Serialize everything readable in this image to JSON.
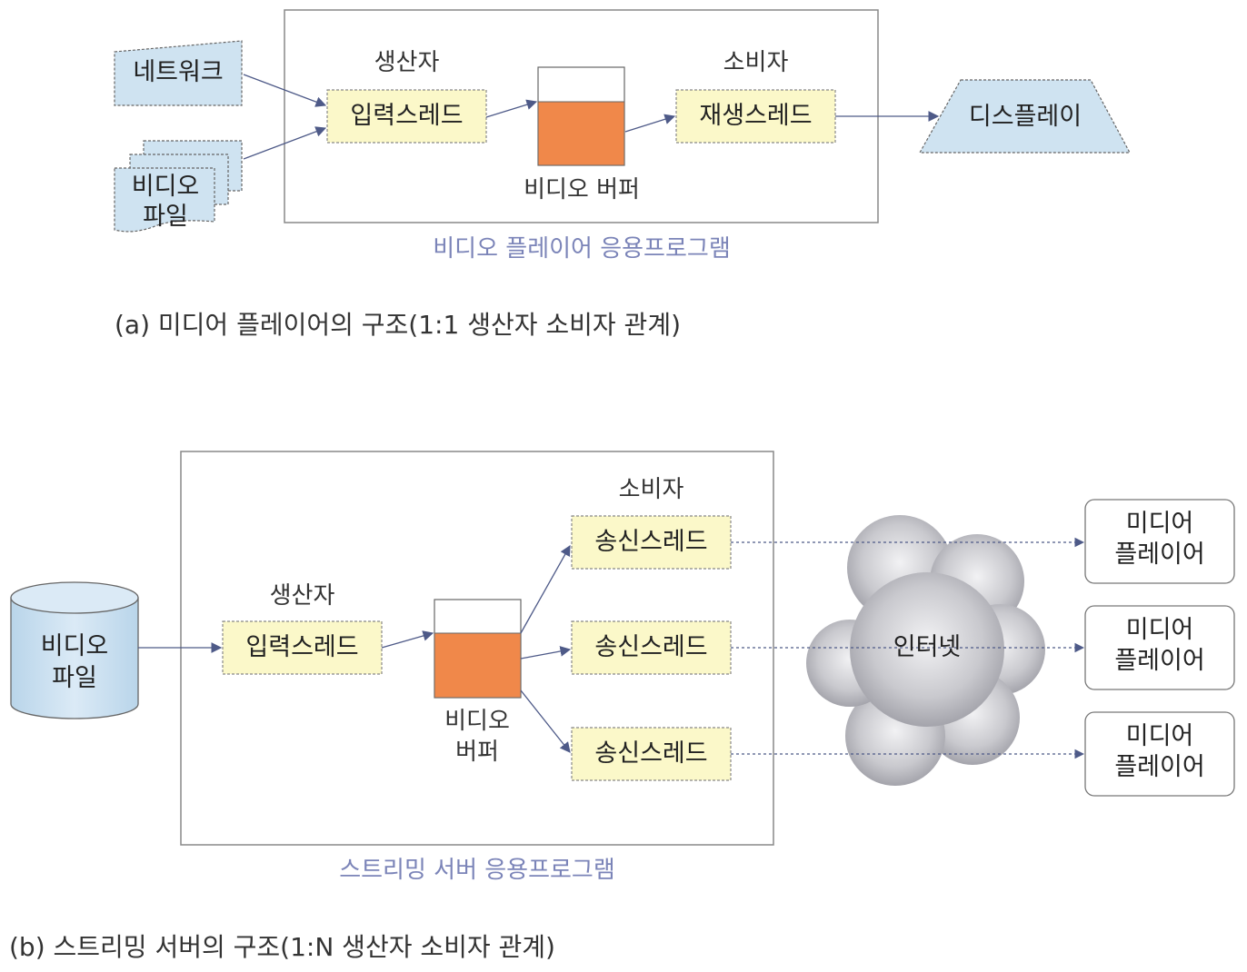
{
  "diagram_a": {
    "network": "네트워크",
    "video_file_line1": "비디오",
    "video_file_line2": "파일",
    "producer_label": "생산자",
    "consumer_label": "소비자",
    "input_thread": "입력스레드",
    "playback_thread": "재생스레드",
    "buffer_label": "비디오 버퍼",
    "display": "디스플레이",
    "app_label": "비디오 플레이어 응용프로그램",
    "caption": "(a) 미디어 플레이어의 구조(1:1 생산자 소비자 관계)"
  },
  "diagram_b": {
    "video_file_line1": "비디오",
    "video_file_line2": "파일",
    "producer_label": "생산자",
    "consumer_label": "소비자",
    "input_thread": "입력스레드",
    "buffer_line1": "비디오",
    "buffer_line2": "버퍼",
    "send_threads": [
      "송신스레드",
      "송신스레드",
      "송신스레드"
    ],
    "internet": "인터넷",
    "players": [
      {
        "line1": "미디어",
        "line2": "플레이어"
      },
      {
        "line1": "미디어",
        "line2": "플레이어"
      },
      {
        "line1": "미디어",
        "line2": "플레이어"
      }
    ],
    "app_label": "스트리밍 서버 응용프로그램",
    "caption": "(b) 스트리밍 서버의 구조(1:N 생산자 소비자 관계)"
  },
  "colors": {
    "thread_fill": "#fbf8c9",
    "buffer_fill": "#f0884a",
    "source_fill": "#cfe3f1",
    "arrow": "#4e5a88",
    "app_label": "#7b84b8"
  }
}
